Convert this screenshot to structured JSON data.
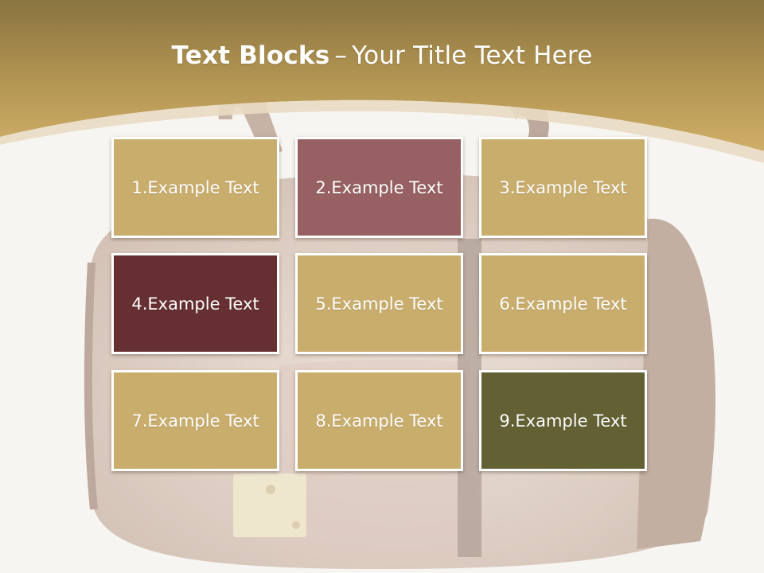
{
  "slide": {
    "title_bold": "Text Blocks",
    "title_dash": "–",
    "title_rest": "Your Title Text Here"
  },
  "colors": {
    "header_gold": "#c8a766",
    "header_dark": "#8a7440",
    "block_tan": "#c9ad6c",
    "block_rose": "#976062",
    "block_maroon": "#662f31",
    "block_olive": "#636133"
  },
  "blocks": [
    {
      "label": "1.Example Text",
      "color": "#c9ad6c"
    },
    {
      "label": "2.Example Text",
      "color": "#976062"
    },
    {
      "label": "3.Example Text",
      "color": "#c9ad6c"
    },
    {
      "label": "4.Example Text",
      "color": "#662f31"
    },
    {
      "label": "5.Example Text",
      "color": "#c9ad6c"
    },
    {
      "label": "6.Example Text",
      "color": "#c9ad6c"
    },
    {
      "label": "7.Example Text",
      "color": "#c9ad6c"
    },
    {
      "label": "8.Example Text",
      "color": "#c9ad6c"
    },
    {
      "label": "9.Example Text",
      "color": "#636133"
    }
  ]
}
